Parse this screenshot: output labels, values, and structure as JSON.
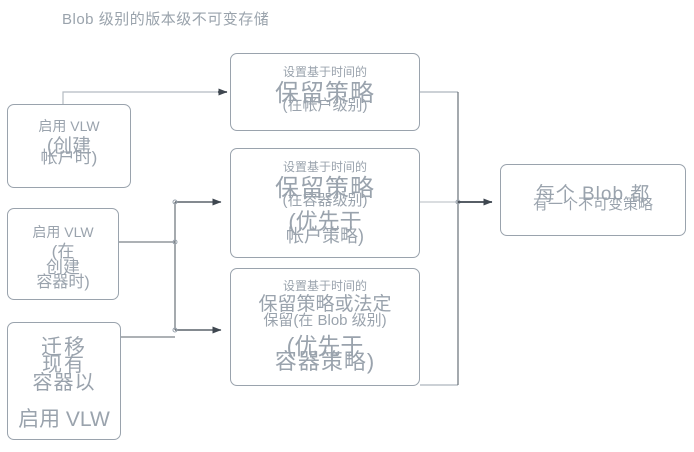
{
  "title": "Blob 级别的版本级不可变存储",
  "colors": {
    "text": "#9aa3ad",
    "border": "#9aa3ad",
    "connector": "#b5bbc2",
    "arrow": "#444c56",
    "background": "#ffffff"
  },
  "nodes": {
    "enable_vlw_account": {
      "name": "enable-vlw-account",
      "lines": [
        "启用 VLW",
        "(创建",
        "帐户时)"
      ]
    },
    "enable_vlw_container": {
      "name": "enable-vlw-container",
      "lines": [
        "启用 VLW",
        "(在",
        "创建",
        "容器时)"
      ]
    },
    "migrate_existing": {
      "name": "migrate-existing-container",
      "lines": [
        "迁移",
        "现有",
        "容器以",
        "启用 VLW"
      ]
    },
    "retention_account": {
      "name": "retention-policy-account",
      "lines": [
        "设置基于时间的",
        "保留策略",
        "(在帐户级别)"
      ]
    },
    "retention_container": {
      "name": "retention-policy-container",
      "lines": [
        "设置基于时间的",
        "保留策略",
        "(在容器级别)",
        "(优先于",
        "帐户策略)"
      ]
    },
    "retention_blob": {
      "name": "retention-policy-blob",
      "lines": [
        "设置基于时间的",
        "保留策略或法定",
        "保留(在 Blob 级别)",
        "(优先于",
        "容器策略)"
      ]
    },
    "every_blob": {
      "name": "every-blob-has-policy",
      "lines": [
        "每个 Blob 都",
        "有一个不可变策略"
      ]
    }
  }
}
